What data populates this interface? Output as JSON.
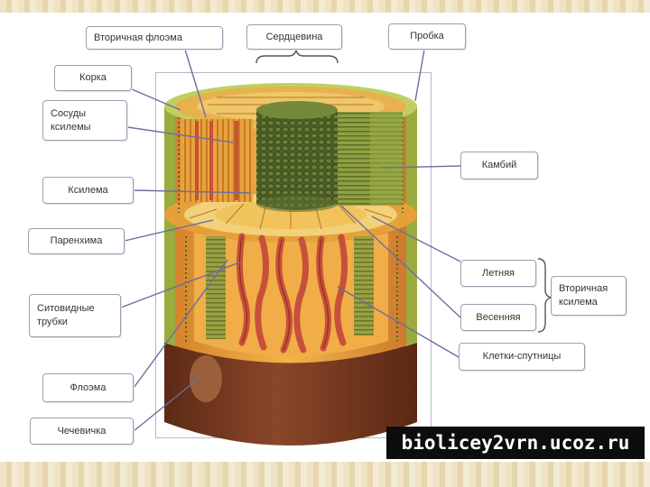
{
  "labels": {
    "secondary_phloem": "Вторичная флоэма",
    "heartwood": "Сердцевина",
    "cork": "Пробка",
    "bark": "Корка",
    "xylem_vessels": "Сосуды\nксилемы",
    "xylem": "Ксилема",
    "cambium": "Камбий",
    "parenchyma": "Паренхима",
    "summer": "Летняя",
    "secondary_xylem": "Вторичная\nксилема",
    "spring": "Весенняя",
    "sieve_tubes": "Ситовидные\nтрубки",
    "companion_cells": "Клетки-спутницы",
    "phloem": "Флоэма",
    "lenticel": "Чечевичка"
  },
  "watermark": "biolicey2vrn.ucoz.ru",
  "colors": {
    "label_border": "#9aa0b0",
    "leader_line": "#6a6f9e",
    "core": "#556b2f",
    "wood_orange": "#e8a33a",
    "xylem_red": "#c8503a",
    "bark_brown": "#7b3b22"
  }
}
